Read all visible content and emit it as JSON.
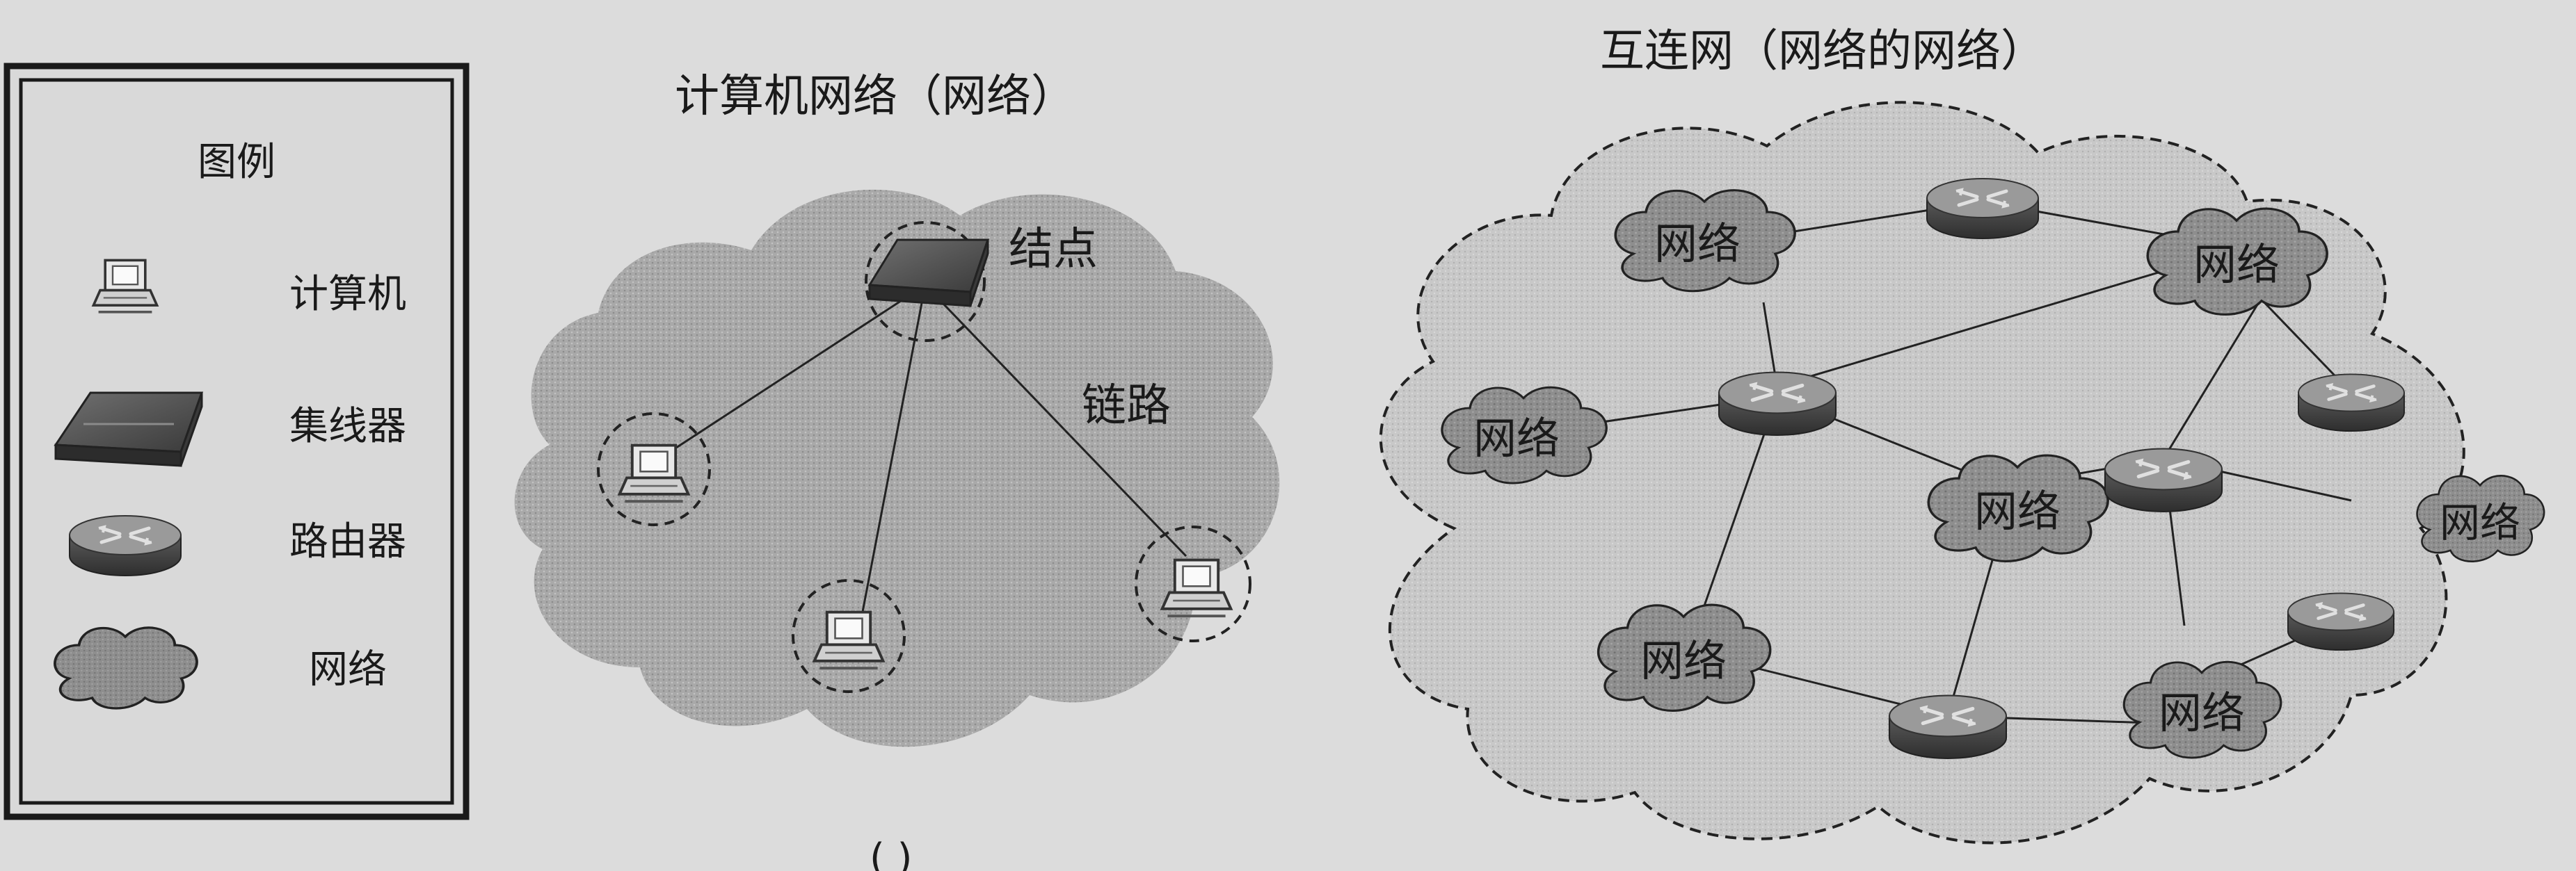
{
  "legend": {
    "title": "图例",
    "items": [
      {
        "label": "计算机",
        "icon": "computer-icon"
      },
      {
        "label": "集线器",
        "icon": "hub-icon"
      },
      {
        "label": "路由器",
        "icon": "router-icon"
      },
      {
        "label": "网络",
        "icon": "network-cloud-icon"
      }
    ]
  },
  "computer_network": {
    "title": "计算机网络（网络）",
    "node_label": "结点",
    "link_label": "链路"
  },
  "internet": {
    "title": "互连网（网络的网络）",
    "network_label": "网络"
  },
  "footer_fragment": "( )"
}
